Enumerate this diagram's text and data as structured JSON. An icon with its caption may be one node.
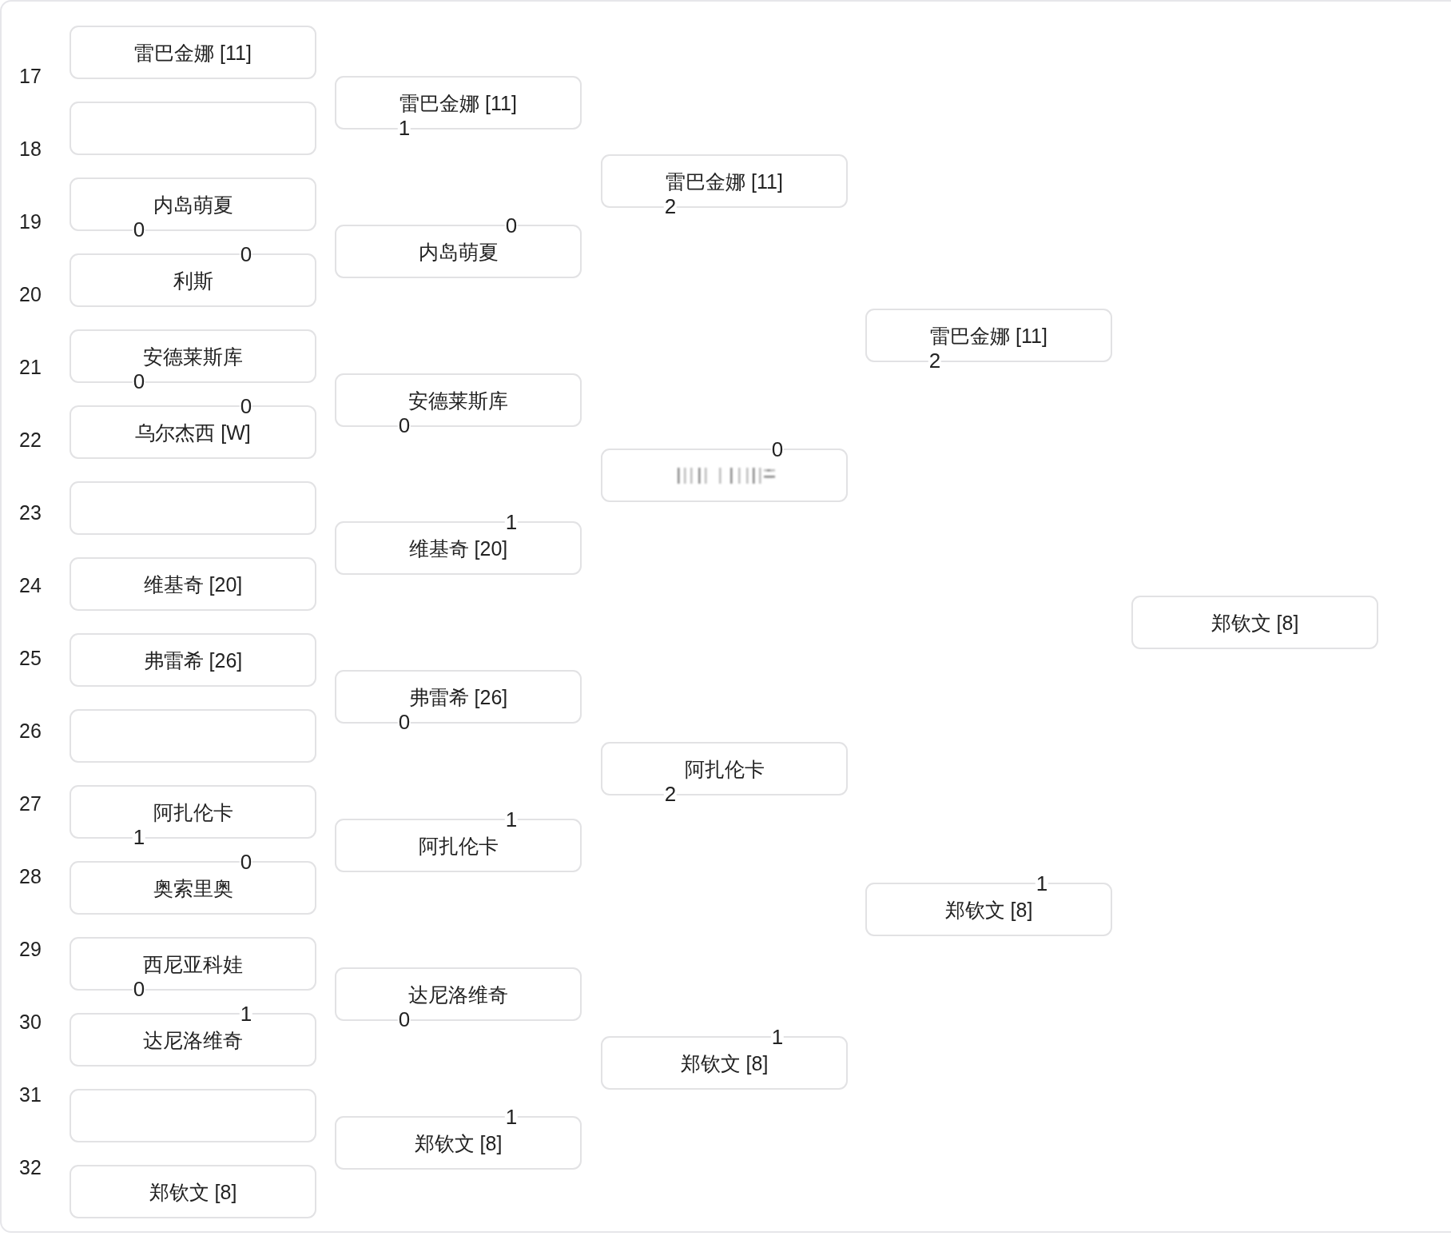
{
  "diagram": {
    "nodes": [
      {
        "text": [
          "雷巴金娜 [11]"
        ]
      },
      {
        "text": [],
        "shape": "box"
      },
      {
        "text": [
          "内岛萌夏",
          "0"
        ]
      },
      {
        "text": [
          "0",
          "利斯"
        ]
      },
      {
        "text": [
          "安德莱斯库",
          "0"
        ]
      },
      {
        "text": [
          "0",
          "乌尔杰西 [W]"
        ]
      },
      {
        "text": [],
        "shape": "box"
      },
      {
        "text": [
          "维基奇 [20]"
        ]
      },
      {
        "text": [
          "弗雷希 [26]"
        ]
      },
      {
        "text": [],
        "shape": "box"
      },
      {
        "text": [
          "阿扎伦卡",
          "1"
        ]
      },
      {
        "text": [
          "0",
          "奥索里奥"
        ]
      },
      {
        "text": [
          "西尼亚科娃",
          "0"
        ]
      },
      {
        "text": [
          "1",
          "达尼洛维奇"
        ]
      },
      {
        "text": [],
        "shape": "box"
      },
      {
        "text": [
          "郑钦文 [8]"
        ]
      },
      {
        "text": [
          "雷巴金娜 [11]",
          "1"
        ]
      },
      {
        "text": [
          "0",
          "内岛萌夏"
        ]
      },
      {
        "text": [
          "安德莱斯库",
          "0"
        ]
      },
      {
        "text": [
          "1",
          "维基奇 [20]"
        ]
      },
      {
        "text": [
          "弗雷希 [26]",
          "0"
        ]
      },
      {
        "text": [
          "1",
          "阿扎伦卡"
        ]
      },
      {
        "text": [
          "达尼洛维奇",
          "0"
        ]
      },
      {
        "text": [
          "1",
          "郑钦文 [8]"
        ]
      },
      {
        "text": [
          "雷巴金娜 [11]",
          "2"
        ]
      },
      {
        "text": [
          "0"
        ]
      },
      {
        "text": [
          "阿扎伦卡",
          "2"
        ]
      },
      {
        "text": [
          "1",
          "郑钦文 [8]"
        ]
      },
      {
        "text": [
          "雷巴金娜 [11]",
          "2"
        ]
      },
      {
        "text": [
          "1",
          "郑钦文 [8]"
        ]
      },
      {
        "text": [
          "郑钦文 [8]"
        ]
      }
    ],
    "labels": [
      "17",
      "18",
      "19",
      "20",
      "21",
      "22",
      "23",
      "24",
      "25",
      "26",
      "27",
      "28",
      "29",
      "30",
      "31",
      "32"
    ]
  }
}
